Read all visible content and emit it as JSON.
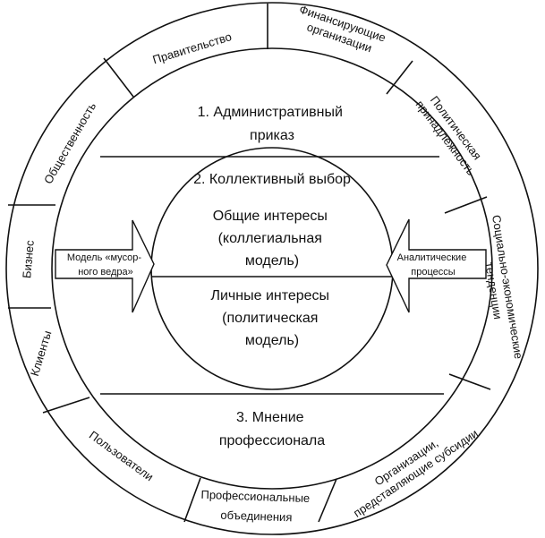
{
  "outer_ring": {
    "top": [
      {
        "key": "pravitelstvo",
        "lines": [
          "Правительство"
        ]
      },
      {
        "key": "finansiruyuschie",
        "lines": [
          "Финансирующие",
          "организации"
        ]
      },
      {
        "key": "politicheskaya",
        "lines": [
          "Политическая",
          "принадлежность"
        ]
      },
      {
        "key": "socialno",
        "lines": [
          "Социально-экономические",
          "тенденции"
        ]
      },
      {
        "key": "obschestvennost",
        "lines": [
          "Общественность"
        ]
      },
      {
        "key": "biznes",
        "lines": [
          "Бизнес"
        ]
      },
      {
        "key": "klienty",
        "lines": [
          "Клиенты"
        ]
      }
    ],
    "bottom": [
      {
        "key": "organizacii",
        "lines": [
          "Организации,",
          "представляющие субсидии"
        ]
      },
      {
        "key": "professionalnye",
        "lines": [
          "Профессиональные",
          "объединения"
        ]
      },
      {
        "key": "polzovateli",
        "lines": [
          "Пользователи"
        ]
      }
    ]
  },
  "middle": {
    "administrative": {
      "lines": [
        "1. Административный",
        "приказ"
      ]
    },
    "collective": {
      "lines": [
        "2. Коллективный выбор"
      ]
    },
    "professional": {
      "lines": [
        "3. Мнение",
        "профессионала"
      ]
    }
  },
  "core": {
    "common": {
      "lines": [
        "Общие интересы",
        "(коллегиальная",
        "модель)"
      ]
    },
    "personal": {
      "lines": [
        "Личные интересы",
        "(политическая",
        "модель)"
      ]
    }
  },
  "arrows": {
    "left": {
      "lines": [
        "Модель «мусор-",
        "ного ведра»"
      ]
    },
    "right": {
      "lines": [
        "Аналитические",
        "процессы"
      ]
    }
  }
}
